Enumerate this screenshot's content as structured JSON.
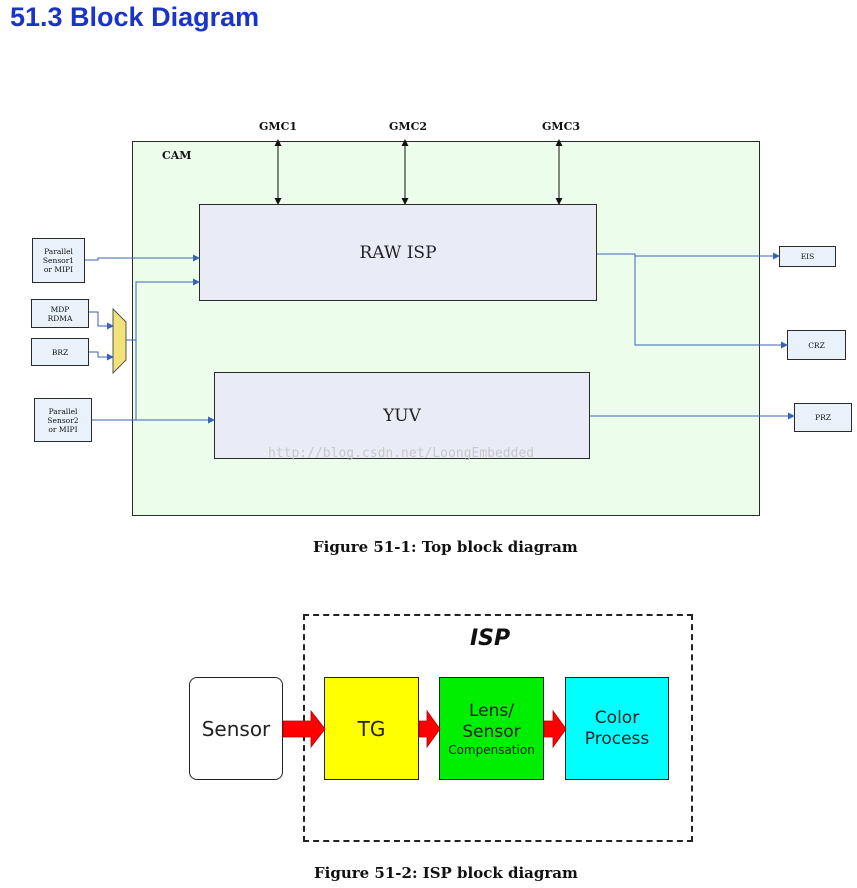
{
  "heading": "51.3 Block Diagram",
  "fig1": {
    "cam_label": "CAM",
    "gmc": [
      "GMC1",
      "GMC2",
      "GMC3"
    ],
    "raw_isp": "RAW ISP",
    "yuv": "YUV",
    "inputs": {
      "parallel_sensor1": "Parallel Sensor1\nor MIPI",
      "mdp_rdma": "MDP\nRDMA",
      "brz": "BRZ",
      "parallel_sensor2": "Parallel Sensor2\nor MIPI"
    },
    "outputs": {
      "eis": "EIS",
      "crz": "CRZ",
      "prz": "PRZ"
    },
    "watermark": "http://blog.csdn.net/LoongEmbedded",
    "caption": "Figure 51-1: Top block diagram"
  },
  "fig2": {
    "isp_label": "ISP",
    "sensor": "Sensor",
    "tg": "TG",
    "lens_line1": "Lens/",
    "lens_line2": "Sensor",
    "lens_line3": "Compensation",
    "color_line1": "Color",
    "color_line2": "Process",
    "caption": "Figure 51-2: ISP block diagram"
  },
  "colors": {
    "heading": "#1a33c8",
    "cam_bg": "#edfdec",
    "block_bg": "#e9ecf7",
    "line_blue": "#3a63b8",
    "mux": "#f2e27a",
    "tg": "#ffff00",
    "lens": "#00ee00",
    "color_proc": "#00ffff",
    "arrow_red": "#ff0000"
  }
}
